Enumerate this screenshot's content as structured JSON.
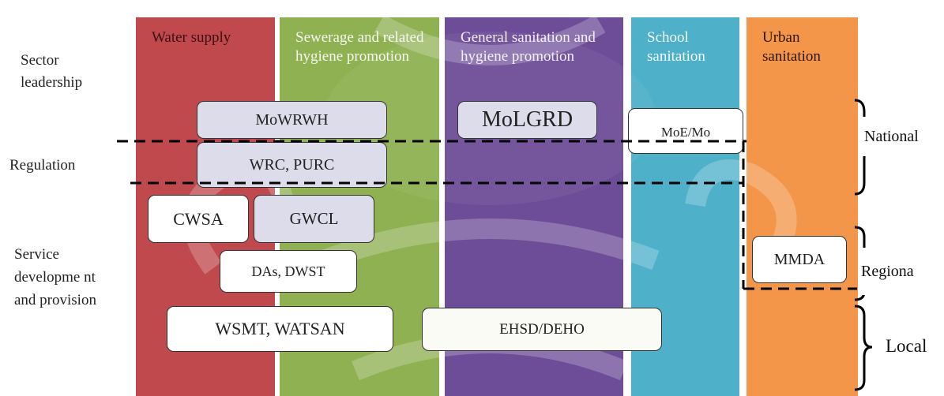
{
  "columns": [
    {
      "id": "water",
      "title": "Water supply"
    },
    {
      "id": "sewer",
      "title": "Sewerage and related hygiene promotion"
    },
    {
      "id": "general",
      "title": "General sanitation and hygiene promotion"
    },
    {
      "id": "school",
      "title": "School sanitation"
    },
    {
      "id": "urban",
      "title": "Urban sanitation"
    }
  ],
  "row_labels": {
    "leadership": "Sector leadership",
    "regulation": "Regulation",
    "service": "Service developme nt and provision"
  },
  "boxes": {
    "mowrwh": "MoWRWH",
    "molgrd": "MoLGRD",
    "moe": "MoE/Mo",
    "wrc": "WRC, PURC",
    "cwsa": "CWSA",
    "gwcl": "GWCL",
    "das": "DAs, DWST",
    "wsmt": "WSMT, WATSAN",
    "ehsd": "EHSD/DEHO",
    "mmda": "MMDA"
  },
  "levels": {
    "national": "National",
    "regional": "Regiona",
    "local": "Local"
  },
  "colors": {
    "water": "#c0494e",
    "sewer": "#8fb152",
    "general": "#6e4d98",
    "school": "#4fb0c9",
    "urban": "#f3964a"
  }
}
